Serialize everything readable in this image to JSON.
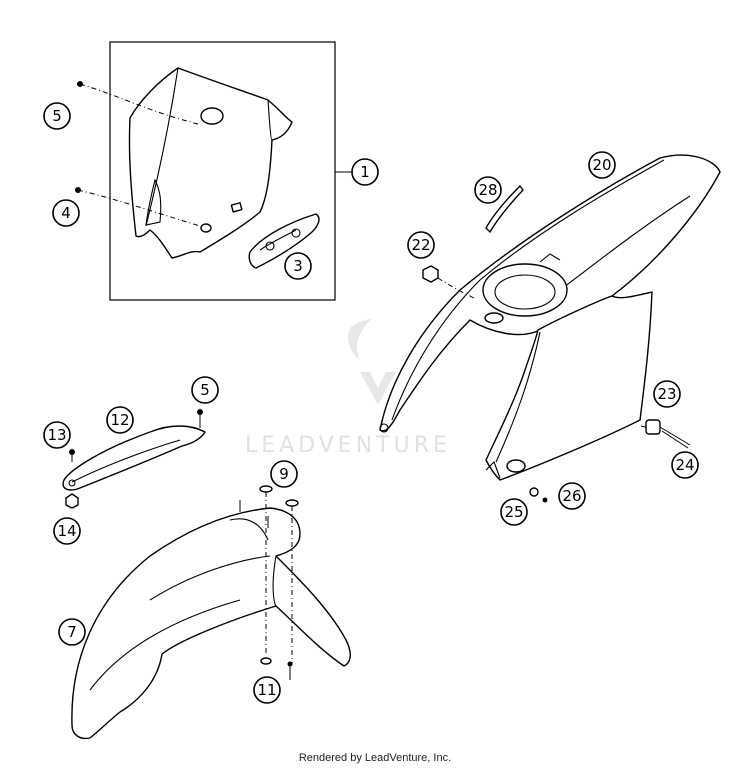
{
  "watermark": "LEADVENTURE",
  "footer": "Rendered by LeadVenture, Inc.",
  "callouts": [
    "1",
    "3",
    "4",
    "5",
    "5",
    "7",
    "9",
    "11",
    "12",
    "13",
    "14",
    "20",
    "22",
    "23",
    "24",
    "25",
    "26",
    "28"
  ]
}
